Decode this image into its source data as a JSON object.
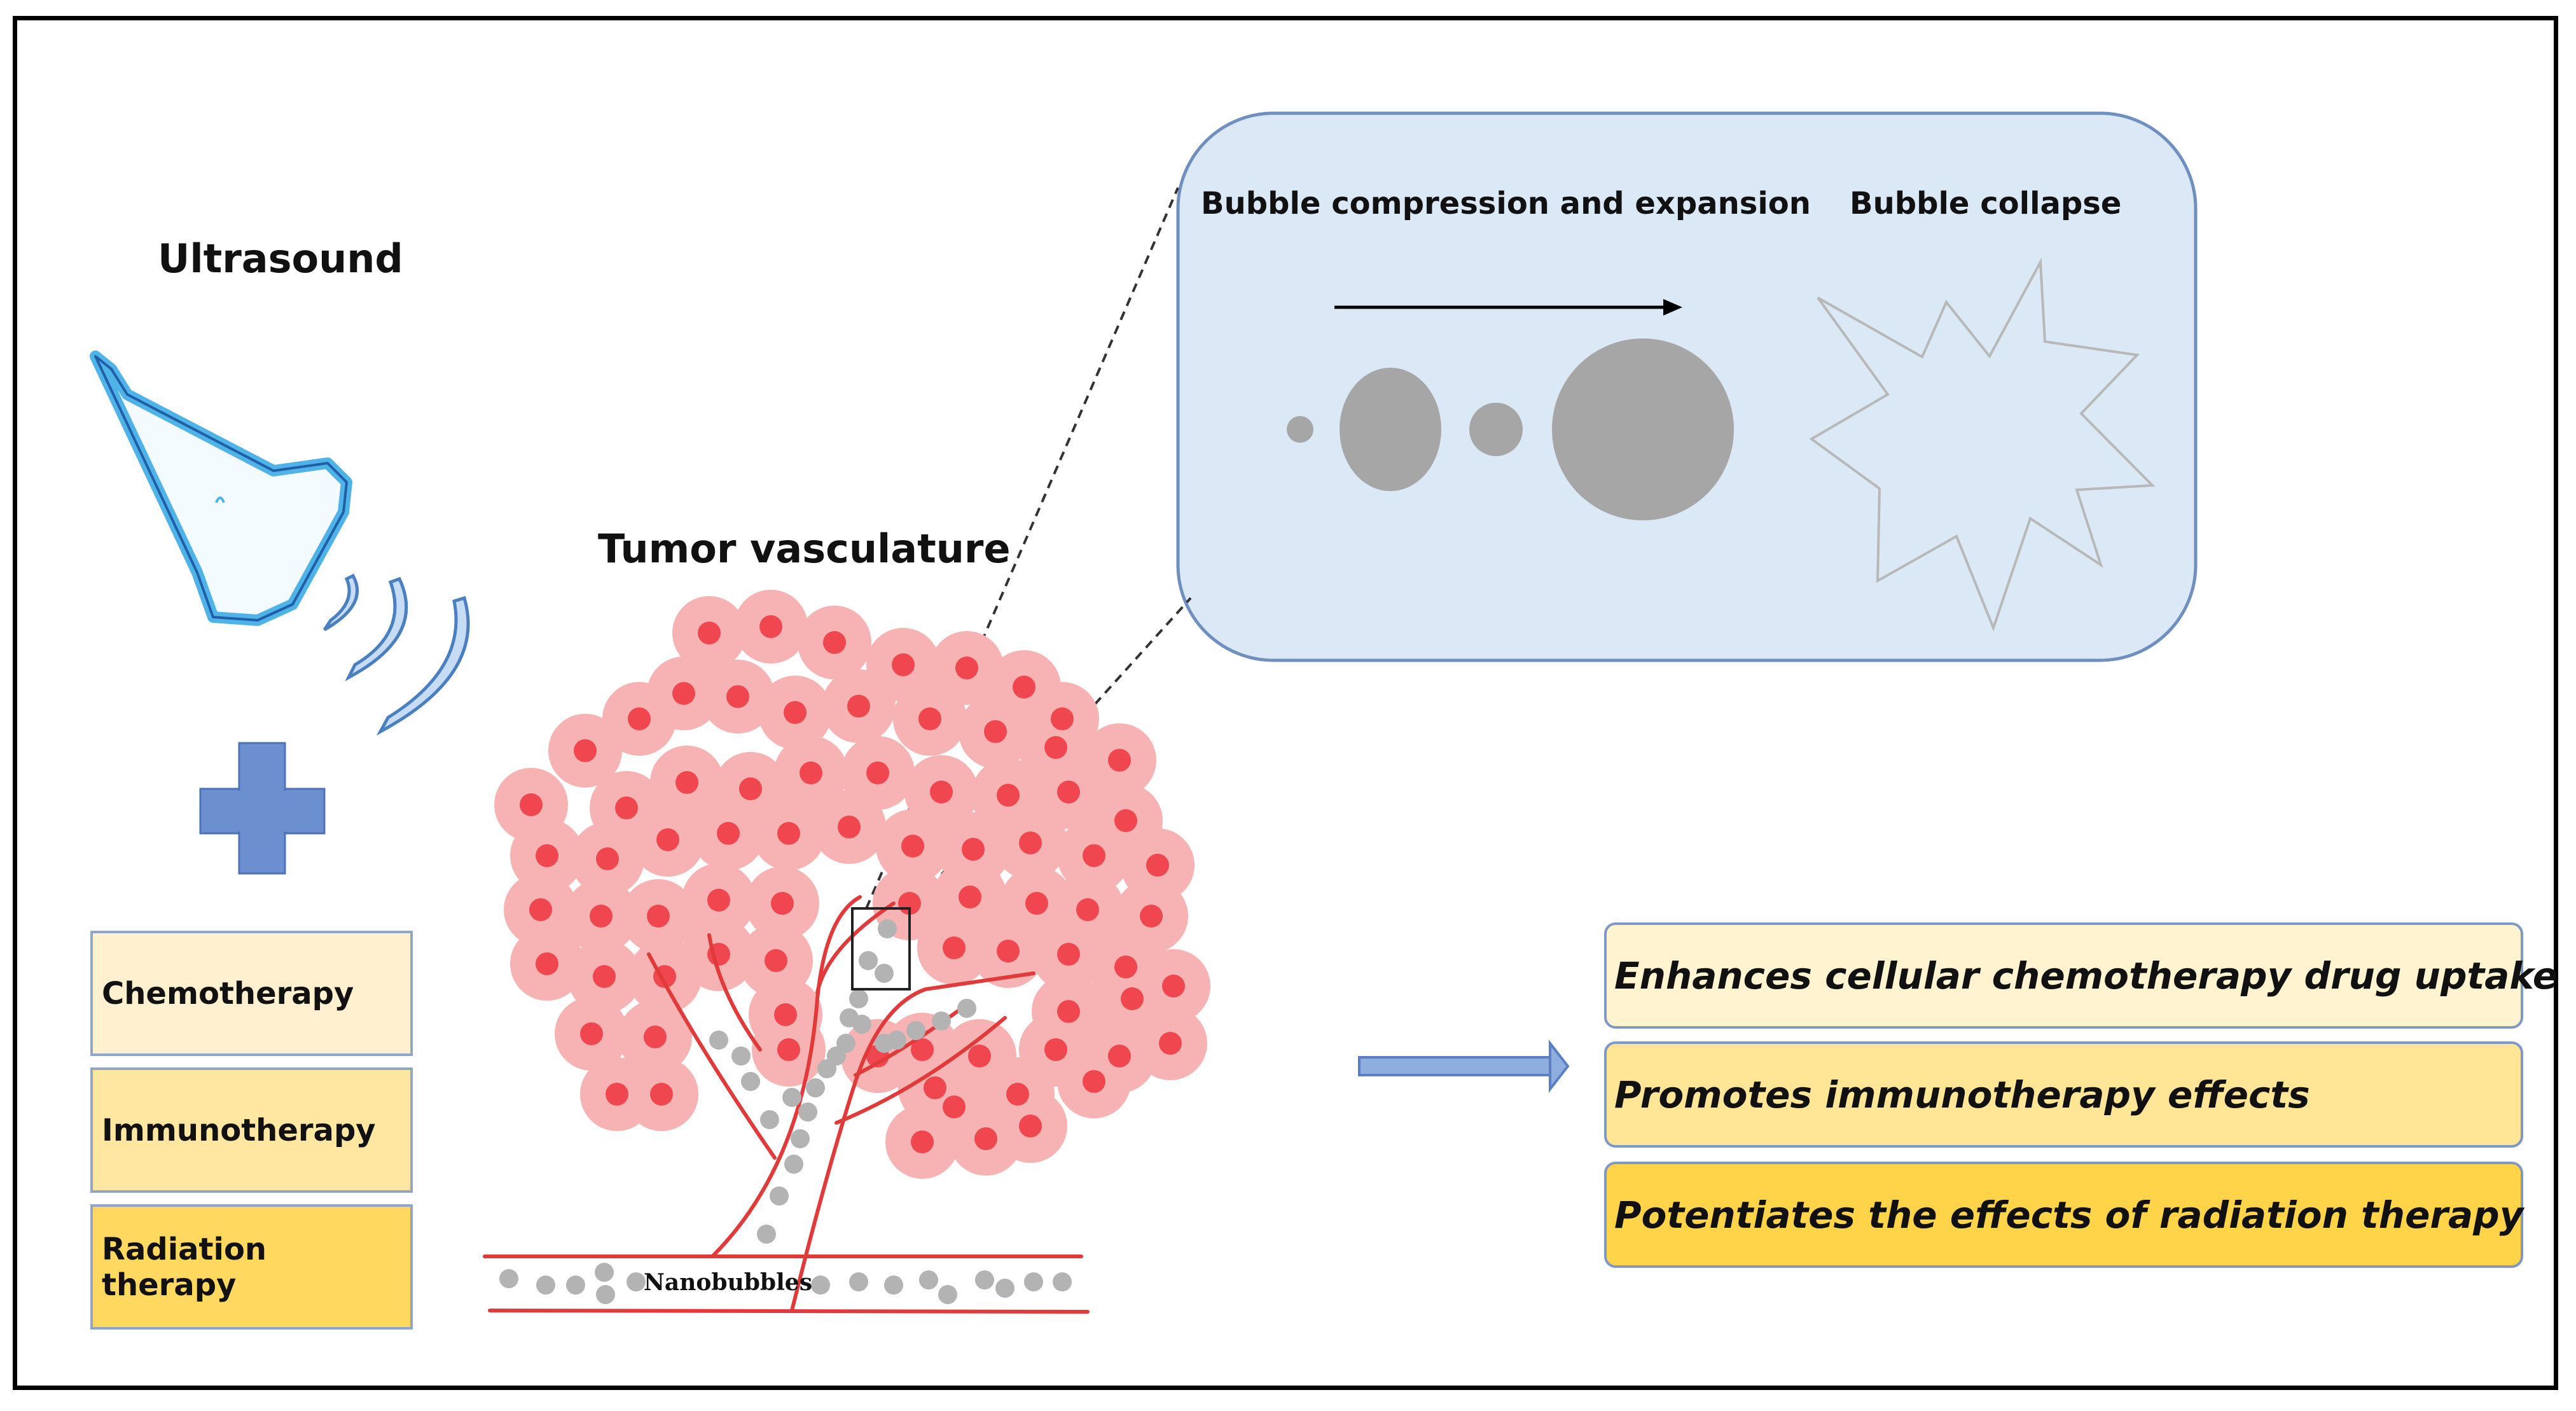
{
  "labels": {
    "ultrasound": "Ultrasound",
    "tumor_vasculature": "Tumor  vasculature",
    "compression": "Bubble compression and expansion",
    "collapse": "Bubble collapse",
    "nanobubbles": "Nanobubbles"
  },
  "therapies": [
    "Chemotherapy",
    "Immunotherapy",
    "Radiation therapy"
  ],
  "effects": [
    "Enhances cellular chemotherapy drug uptake",
    "Promotes immunotherapy effects",
    "Potentiates the effects of radiation therapy"
  ],
  "colors": {
    "therapy_fills": [
      "#fff1cf",
      "#ffe7a2",
      "#ffd95f"
    ],
    "effect_fills": [
      "#fff3d0",
      "#ffe596",
      "#ffd448"
    ],
    "panel_fill": "#dbe9f6",
    "cell_outer": "#f7b3b3",
    "cell_core": "#f0464f",
    "vessel": "#e13a3a",
    "bubble": "#a6a6a6",
    "plus": "#6b8fcf",
    "probe": "#4fb3e8"
  }
}
